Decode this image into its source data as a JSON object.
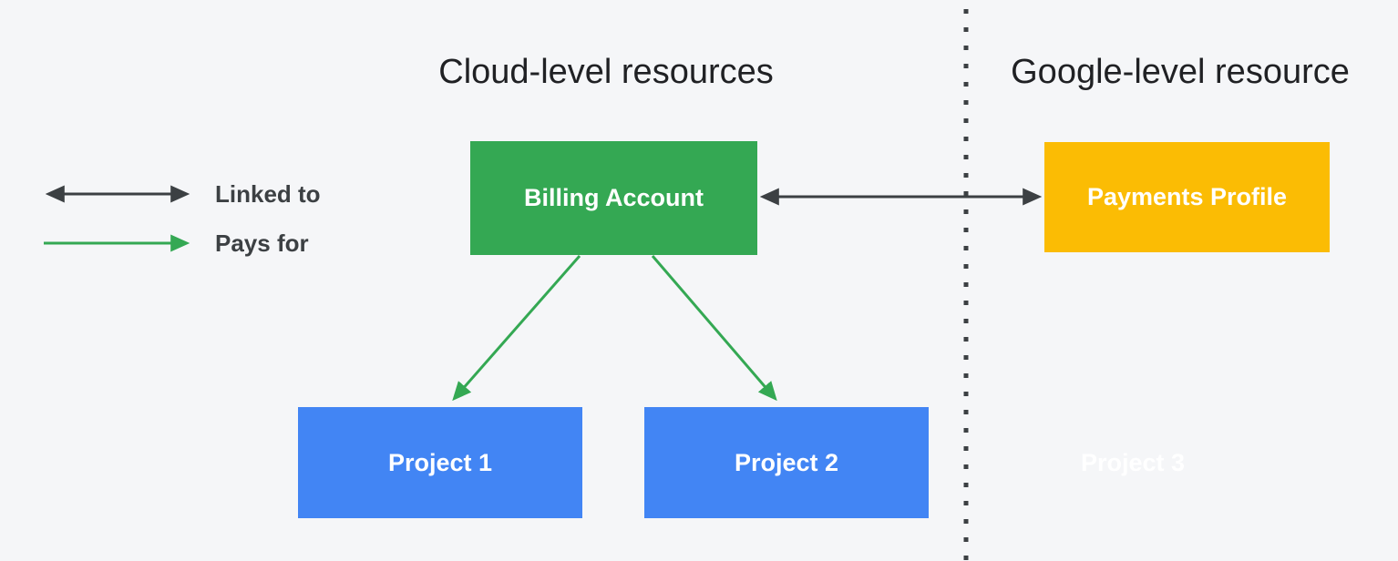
{
  "canvas": {
    "background": "#f5f6f8"
  },
  "headings": {
    "cloud": "Cloud-level resources",
    "google": "Google-level resource"
  },
  "legend": {
    "items": [
      {
        "label": "Linked to",
        "arrow_icon": "double-headed-dark-arrow"
      },
      {
        "label": "Pays for",
        "arrow_icon": "single-green-arrow"
      }
    ]
  },
  "nodes": {
    "billing_account": {
      "label": "Billing Account",
      "color": "#34a853"
    },
    "payments_profile": {
      "label": "Payments Profile",
      "color": "#fbbc04"
    },
    "project1": {
      "label": "Project 1",
      "color": "#4285f4"
    },
    "project2": {
      "label": "Project 2",
      "color": "#4285f4"
    },
    "project3": {
      "label": "Project 3",
      "color": "#ffffff"
    }
  },
  "colors": {
    "arrow_dark": "#3c4043",
    "arrow_green": "#34a853",
    "divider": "#3c4043",
    "heading_text": "#202124",
    "legend_text": "#3c4043"
  }
}
